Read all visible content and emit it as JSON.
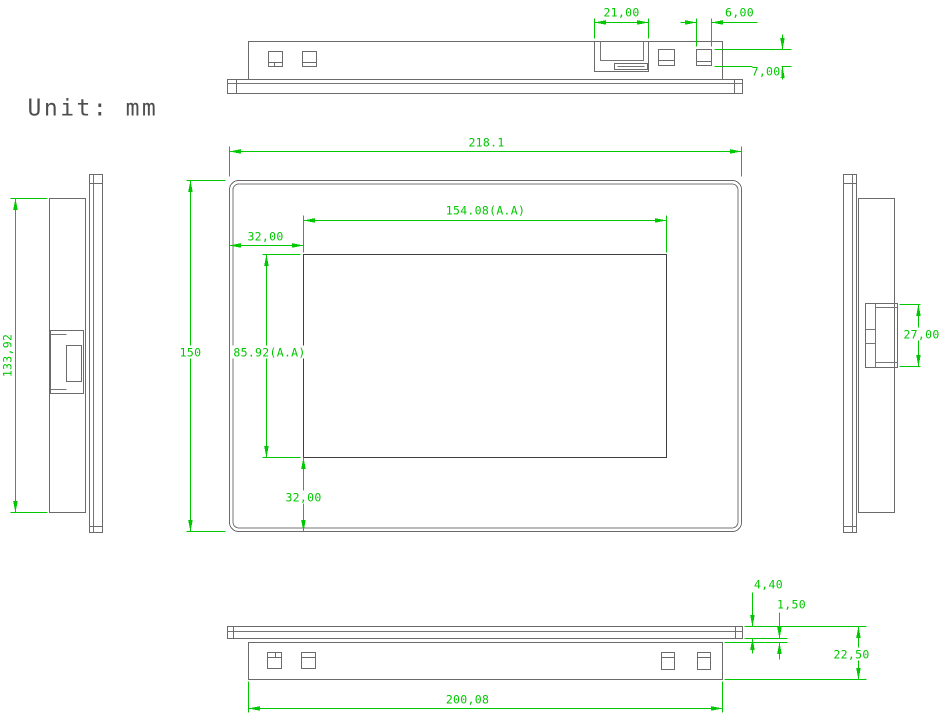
{
  "unit_label": "Unit: mm",
  "colors": {
    "dimension_green": "#00c800",
    "outline_gray": "#6b6b6b",
    "display_outline": "#3e3e3e"
  },
  "dimensions": {
    "top_view": {
      "connector_width": "21,00",
      "port_width": "6,00",
      "port_height": "7,00"
    },
    "front_view": {
      "overall_width": "218.1",
      "overall_height": "150",
      "active_area_width": "154.08(A.A)",
      "active_area_height": "85.92(A.A)",
      "active_area_left_margin": "32,00",
      "active_area_bottom_margin": "32,00"
    },
    "left_view": {
      "rear_body_height": "133,92"
    },
    "right_view": {
      "connector_height": "27,00"
    },
    "bottom_view": {
      "bezel_thickness": "4,40",
      "bezel_body_gap": "1,50",
      "overall_depth": "22,50",
      "rear_body_width": "200,08"
    }
  }
}
